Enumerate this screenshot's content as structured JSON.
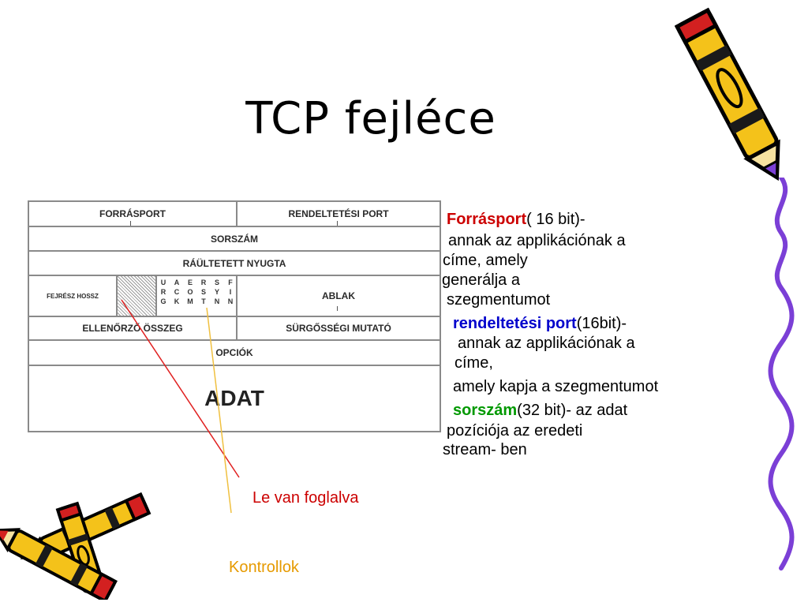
{
  "slide": {
    "title": "TCP fejléce"
  },
  "table": {
    "row1": {
      "left": "FORRÁSPORT",
      "right": "RENDELTETÉSI PORT"
    },
    "row2": "SORSZÁM",
    "row3": "RÁÜLTETETT NYUGTA",
    "row4": {
      "left": "FEJRÉSZ HOSSZ",
      "flags": [
        "U\nR\nG",
        "A\nC\nK",
        "E\nO\nM",
        "R\nS\nT",
        "S\nY\nN",
        "F\nI\nN"
      ],
      "right": "ABLAK"
    },
    "row5": {
      "left": "ELLENŐRZŐ ÖSSZEG",
      "right": "SÜRGŐSSÉGI MUTATÓ"
    },
    "row6": "OPCIÓK",
    "row7": "ADAT"
  },
  "description": {
    "p1_term": "Forrásport",
    "p1_rest": "( 16 bit)-",
    "p1_line2": "annak az applikációnak a",
    "p1_line3": "címe, amely",
    "p1_line4": "generálja a",
    "p1_line5": "szegmentumot",
    "p2_term": "rendeltetési port",
    "p2_rest": "(16bit)-",
    "p2_line2": "annak az applikációnak a",
    "p2_line3": "címe,",
    "p2_line4": "amely kapja a szegmentumot",
    "p3_term": "sorszám",
    "p3_rest": "(32 bit)- az adat",
    "p3_line2": "pozíciója az eredeti",
    "p3_line3": "stream- ben"
  },
  "annotations": {
    "reserved": "Le van foglalva",
    "controls": "Kontrollok"
  },
  "colors": {
    "term_1": "#cc0000",
    "term_2": "#0000cc",
    "term_3": "#009900",
    "reserved_line": "#e02020",
    "controls_line": "#f0c040",
    "controls_text": "#e69a00"
  }
}
